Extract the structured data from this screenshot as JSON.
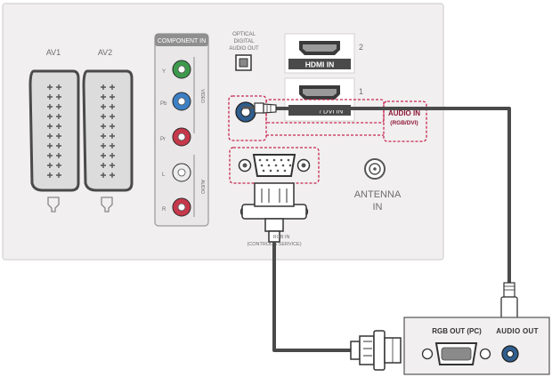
{
  "panel": {
    "av1_label": "AV1",
    "av2_label": "AV2",
    "component_title": "COMPONENT IN",
    "component_rows": [
      "Y",
      "Pb",
      "Pr",
      "L",
      "R"
    ],
    "video_side_label": "VIDEO",
    "audio_side_label": "AUDIO",
    "optical_lines": [
      "OPTICAL",
      "DIGITAL",
      "AUDIO OUT"
    ],
    "hdmi_main_label": "HDMI IN",
    "hdmi_2_number": "2",
    "hdmi_1_number": "1",
    "hdmi_1_label": "/ DVI IN",
    "audio_in_lines": [
      "AUDIO IN",
      "(RGB/DVI)"
    ],
    "rgb_lines": [
      "RGB IN",
      "(CONTROL & SERVICE)"
    ],
    "antenna_lines": [
      "ANTENNA",
      "IN"
    ]
  },
  "pc": {
    "rgb_out_label": "RGB OUT (PC)",
    "audio_out_label": "AUDIO OUT"
  },
  "colors": {
    "panel_bg": "#f1eff0",
    "panel_border": "#dcd8da",
    "dashed_red": "#c8264f",
    "cable": "#555555",
    "green": "#3d9a4c",
    "blue": "#3b7fc4",
    "red": "#c6384a",
    "white_jack": "#ececec"
  }
}
